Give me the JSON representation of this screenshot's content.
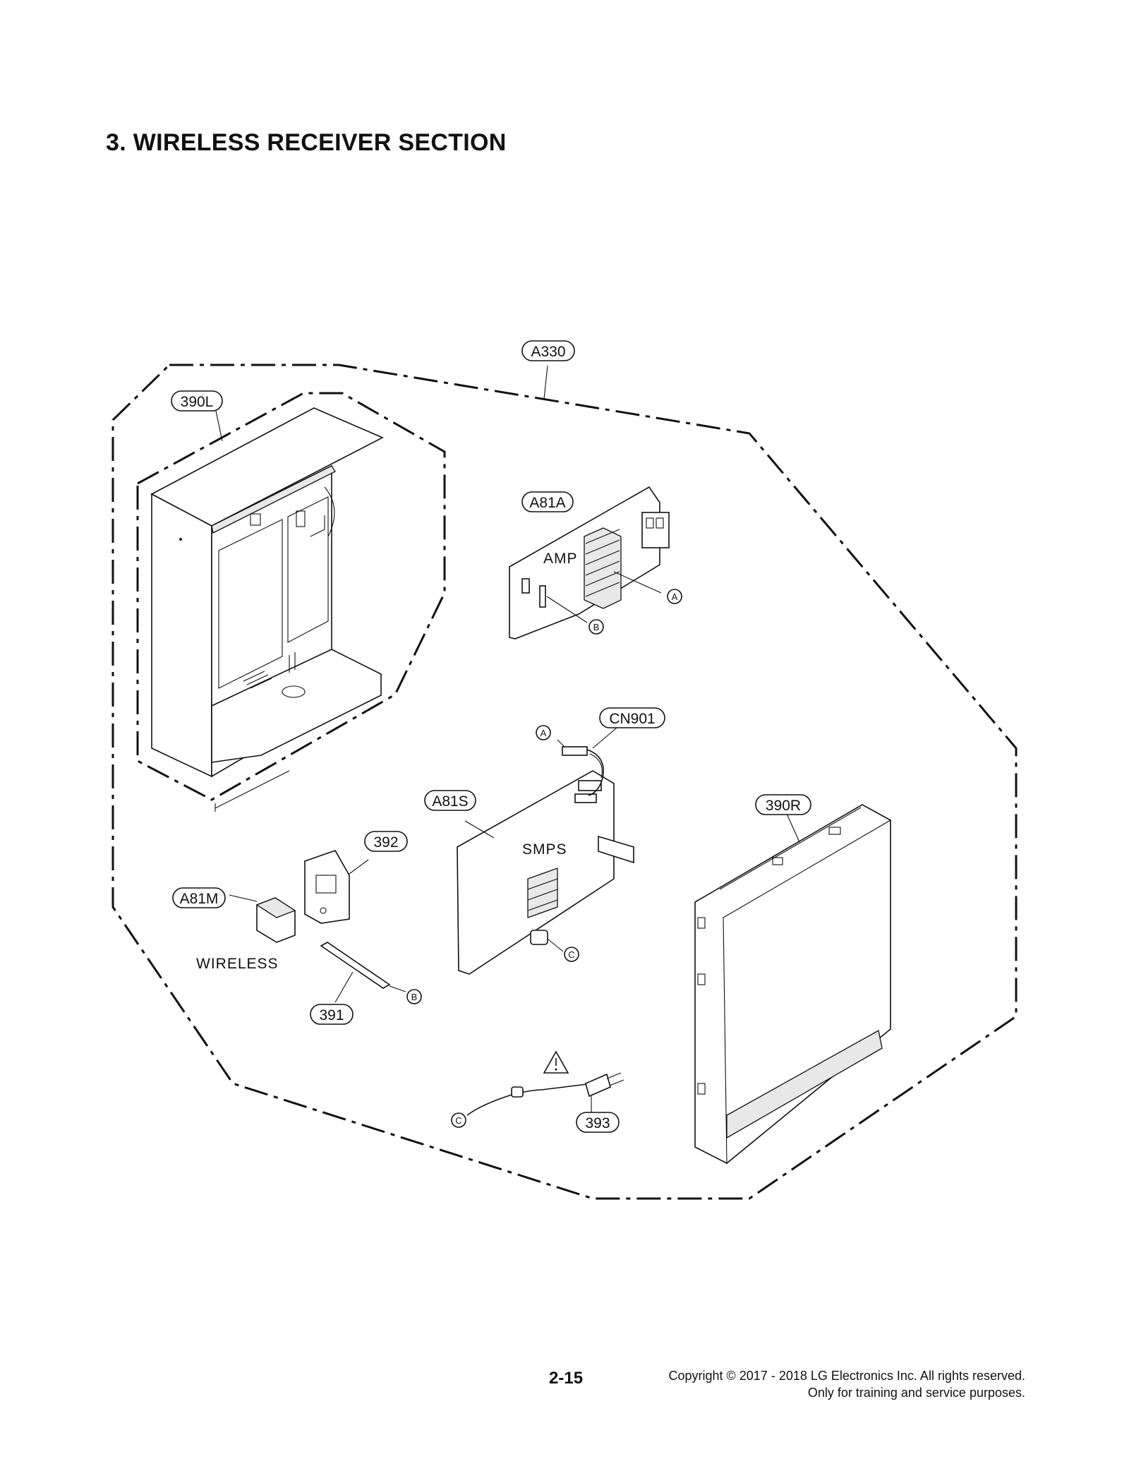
{
  "page": {
    "title": "3. WIRELESS RECEIVER SECTION",
    "page_number": "2-15",
    "copyright_line1": "Copyright © 2017 - 2018 LG Electronics Inc. All rights reserved.",
    "copyright_line2": "Only for training and service purposes."
  },
  "diagram": {
    "parts": {
      "a330": "A330",
      "p390l": "390L",
      "a81a": "A81A",
      "cn901": "CN901",
      "a81s": "A81S",
      "p390r": "390R",
      "p392": "392",
      "a81m": "A81M",
      "p391": "391",
      "p393": "393"
    },
    "component_text": {
      "amp": "AMP",
      "smps": "SMPS",
      "wireless": "WIRELESS"
    },
    "connector_refs": {
      "a1": "A",
      "a2": "A",
      "b1": "B",
      "b2": "B",
      "c1": "C",
      "c2": "C"
    }
  }
}
